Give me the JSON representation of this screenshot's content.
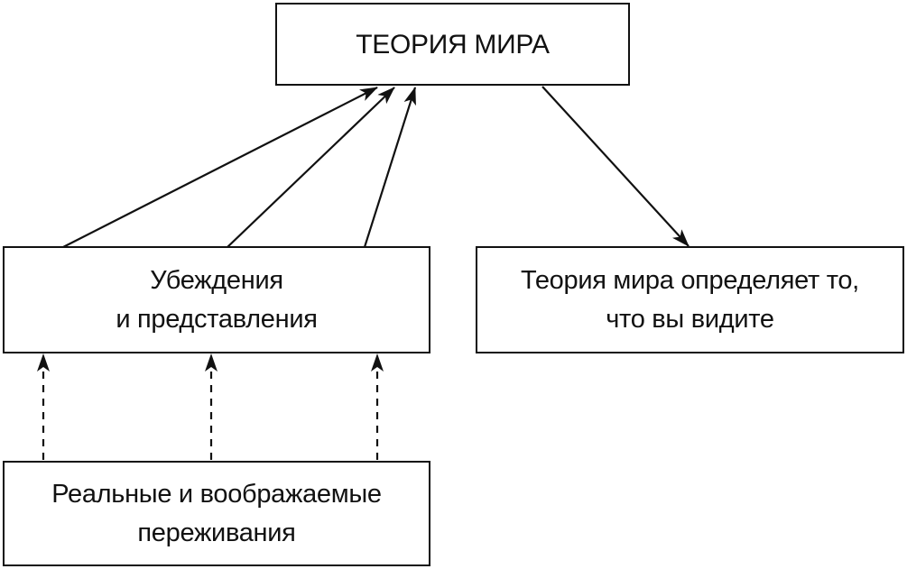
{
  "nodes": {
    "world_theory": {
      "lines": [
        "ТЕОРИЯ МИРА"
      ]
    },
    "beliefs": {
      "lines": [
        "Убеждения",
        "и представления"
      ]
    },
    "vision": {
      "lines": [
        "Теория мира определяет то,",
        "что вы видите"
      ]
    },
    "experience": {
      "lines": [
        "Реальные и воображаемые",
        "переживания"
      ]
    }
  },
  "edges": [
    {
      "from": "beliefs",
      "to": "world_theory",
      "style": "solid"
    },
    {
      "from": "beliefs",
      "to": "world_theory",
      "style": "solid"
    },
    {
      "from": "beliefs",
      "to": "world_theory",
      "style": "solid"
    },
    {
      "from": "world_theory",
      "to": "vision",
      "style": "solid"
    },
    {
      "from": "experience",
      "to": "beliefs",
      "style": "dashed"
    },
    {
      "from": "experience",
      "to": "beliefs",
      "style": "dashed"
    },
    {
      "from": "experience",
      "to": "beliefs",
      "style": "dashed"
    }
  ],
  "colors": {
    "line": "#111111",
    "background": "#ffffff"
  }
}
